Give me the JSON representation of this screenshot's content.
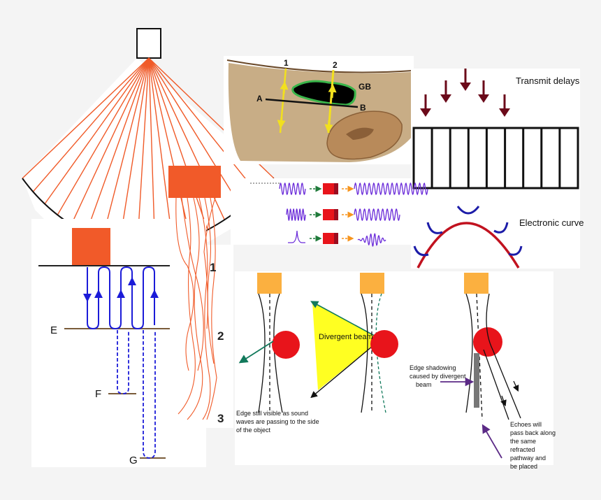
{
  "colors": {
    "background": "#f4f4f4",
    "panel": "#ffffff",
    "beam_orange": "#f05a28",
    "transducer_orange": "#f15a29",
    "element_gold": "#fbb040",
    "echo_blue": "#1b1bd8",
    "tissue": "#c8ad86",
    "kidney": "#b88a5a",
    "gb_fill": "#000000",
    "gb_outline": "#39b54a",
    "scanline_yellow": "#f2e01e",
    "arrow_dark_red": "#6b0a1a",
    "curve_red": "#c1121f",
    "cup_blue": "#1c1ca8",
    "red_object": "#e8141b",
    "divergent_yellow": "#ffff22",
    "green_ray": "#11795b",
    "purple_arrow": "#5b2a86"
  },
  "fan_panel": {
    "labels": {
      "one": "1",
      "two": "2",
      "three": "3"
    }
  },
  "reflection_panel": {
    "labels": {
      "e": "E",
      "f": "F",
      "g": "G"
    }
  },
  "gb_panel": {
    "labels": {
      "one": "1",
      "two": "2",
      "gb": "GB",
      "a": "A",
      "b": "B"
    }
  },
  "delay_panel": {
    "title": "Transmit delays",
    "curve_label": "Electronic curve"
  },
  "shadow_panel": {
    "divergent_beam": "Divergent beam",
    "left_caption": [
      "Edge still visible as sound",
      "waves are passing to the side",
      "of the object"
    ],
    "middle_caption": [
      "Edge  shadowing",
      "caused by divergent",
      "beam"
    ],
    "right_caption": [
      "Echoes will",
      "pass back along",
      "the same",
      "refracted",
      "pathway and",
      "be placed"
    ]
  }
}
